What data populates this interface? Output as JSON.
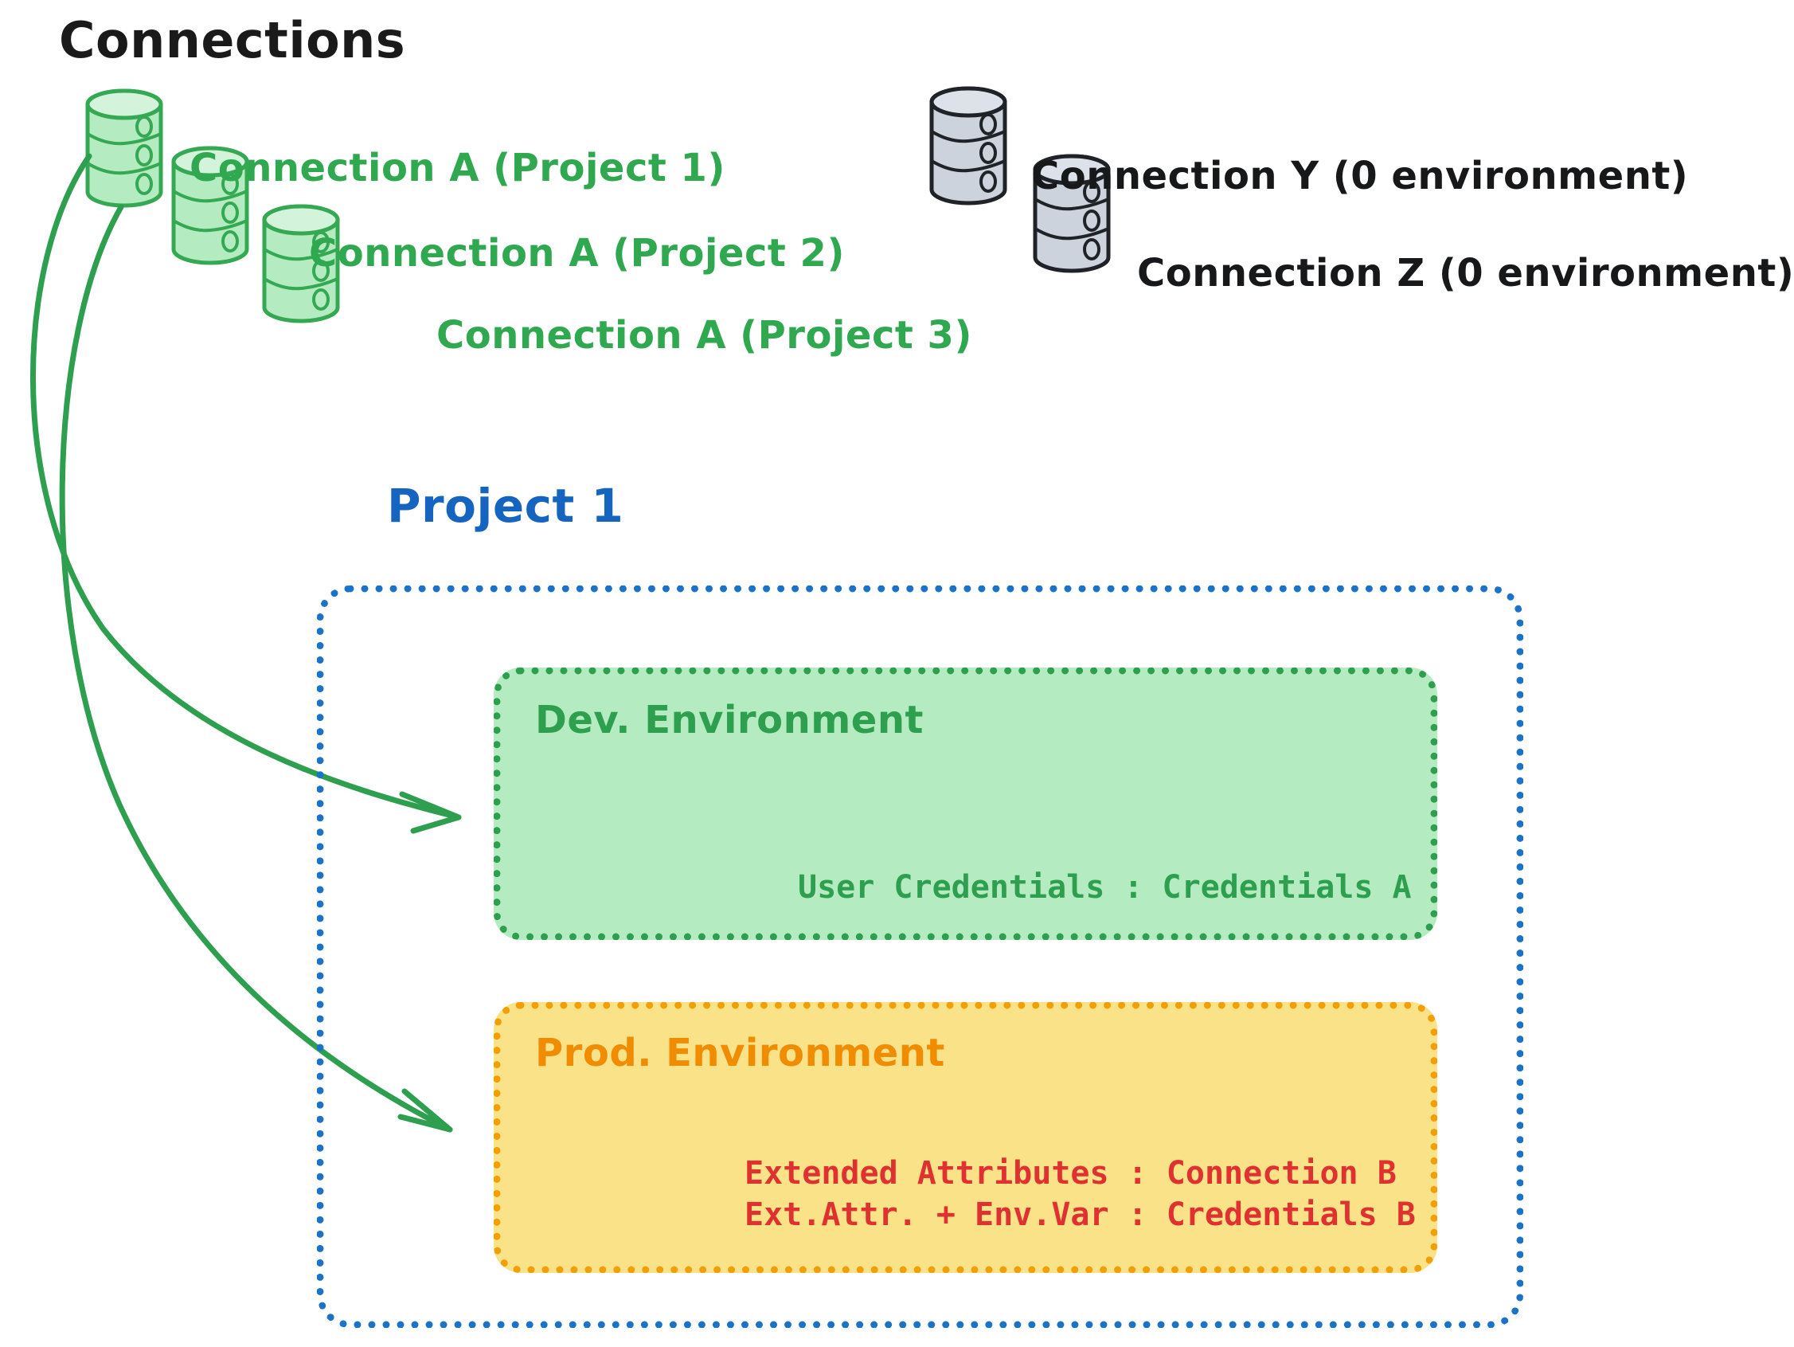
{
  "title": "Connections",
  "connections": {
    "green": [
      {
        "label": "Connection A (Project 1)",
        "icon": "database-icon",
        "color": "#2fa84f"
      },
      {
        "label": "Connection A (Project 2)",
        "icon": "database-icon",
        "color": "#2fa84f"
      },
      {
        "label": "Connection A (Project 3)",
        "icon": "database-icon",
        "color": "#2fa84f"
      }
    ],
    "gray": [
      {
        "label": "Connection Y (0 environment)",
        "icon": "database-icon",
        "color": "#17181a"
      },
      {
        "label": "Connection Z (0 environment)",
        "icon": "database-icon",
        "color": "#17181a"
      }
    ]
  },
  "project": {
    "title": "Project 1",
    "color": "#1565c0",
    "environments": [
      {
        "name": "Dev. Environment",
        "fill": "#b5ebc0",
        "border": "#2e9e4f",
        "text_color": "#2e9e4f",
        "lines": [
          "User Credentials : Credentials A"
        ]
      },
      {
        "name": "Prod. Environment",
        "fill": "#fae288",
        "border": "#f29f05",
        "text_color": "#e03131",
        "lines": [
          "Extended Attributes : Connection B",
          "Ext.Attr. + Env.Var : Credentials B"
        ]
      }
    ]
  },
  "arrows": [
    {
      "from": "Connection A (Project 1)",
      "to": "Dev. Environment",
      "color": "#2e9e4f"
    },
    {
      "from": "Connection A (Project 1)",
      "to": "Prod. Environment",
      "color": "#2e9e4f"
    }
  ],
  "dev_line_0": "User Credentials : Credentials A",
  "prod_line_0": "Extended Attributes : Connection B",
  "prod_line_1": "Ext.Attr. + Env.Var : Credentials B"
}
